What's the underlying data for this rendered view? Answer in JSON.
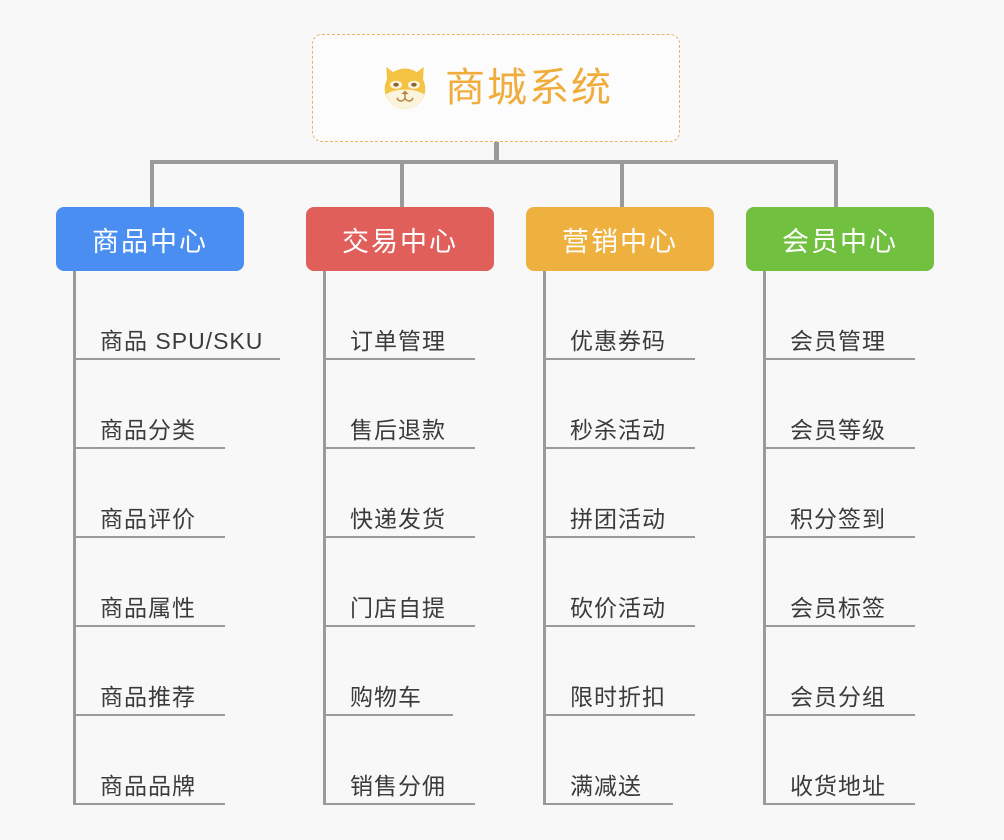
{
  "root": {
    "title": "商城系统",
    "icon": "shiba-dog-emoji",
    "title_color": "#f0ad3c",
    "border_color": "#e8b463"
  },
  "line_color": "#9a9a9a",
  "background": "#f8f8f8",
  "branches": [
    {
      "label": "商品中心",
      "color": "#4a8ef2",
      "leaves": [
        "商品 SPU/SKU",
        "商品分类",
        "商品评价",
        "商品属性",
        "商品推荐",
        "商品品牌"
      ]
    },
    {
      "label": "交易中心",
      "color": "#e15f5b",
      "leaves": [
        "订单管理",
        "售后退款",
        "快递发货",
        "门店自提",
        "购物车",
        "销售分佣"
      ]
    },
    {
      "label": "营销中心",
      "color": "#eeb03f",
      "leaves": [
        "优惠券码",
        "秒杀活动",
        "拼团活动",
        "砍价活动",
        "限时折扣",
        "满减送"
      ]
    },
    {
      "label": "会员中心",
      "color": "#72c040",
      "leaves": [
        "会员管理",
        "会员等级",
        "积分签到",
        "会员标签",
        "会员分组",
        "收货地址"
      ]
    }
  ]
}
